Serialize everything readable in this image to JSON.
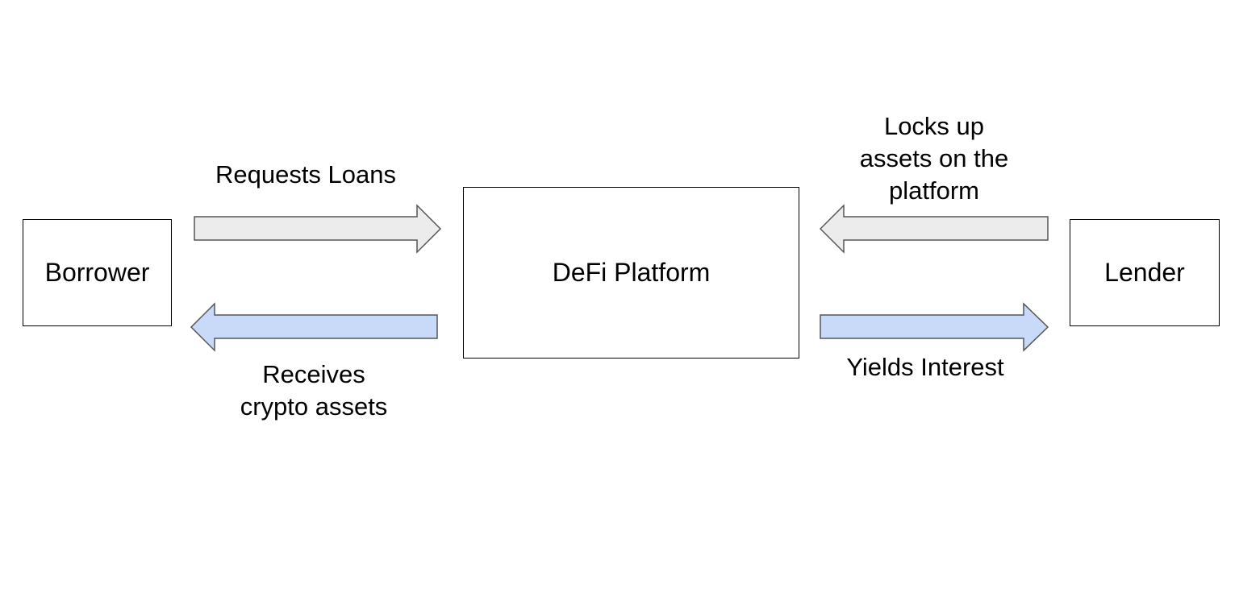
{
  "nodes": {
    "borrower": "Borrower",
    "platform": "DeFi Platform",
    "lender": "Lender"
  },
  "edges": {
    "requests": {
      "label": "Requests Loans",
      "from": "Borrower",
      "to": "DeFi Platform",
      "color": "#ececec"
    },
    "receives": {
      "label_line1": "Receives",
      "label_line2": "crypto assets",
      "from": "DeFi Platform",
      "to": "Borrower",
      "color": "#c9daf8"
    },
    "locks": {
      "label_line1": "Locks up",
      "label_line2": "assets on the",
      "label_line3": "platform",
      "from": "Lender",
      "to": "DeFi Platform",
      "color": "#ececec"
    },
    "yields": {
      "label": "Yields Interest",
      "from": "DeFi Platform",
      "to": "Lender",
      "color": "#c9daf8"
    }
  }
}
